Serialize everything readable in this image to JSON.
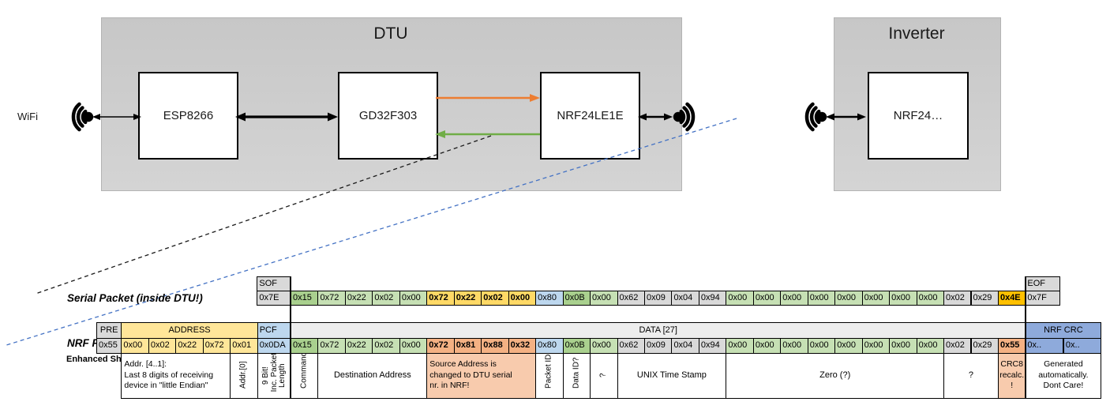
{
  "palette": {
    "gray": "#d9d9d9",
    "gray_light": "#ededed",
    "green_dark": "#a9d08e",
    "green_light": "#c6e0b4",
    "yellow_light": "#ffe699",
    "yellow_bold": "#ffd966",
    "gold": "#ffc000",
    "blue_light": "#bdd7ee",
    "blue_mid": "#8eaadb",
    "salmon": "#f4b183",
    "salmon_light": "#f8cbad",
    "arrow_orange": "#ed7d31",
    "arrow_green": "#70ad47",
    "dashed_blue": "#4472c4",
    "white": "#ffffff"
  },
  "diagram": {
    "dtu_title": "DTU",
    "inverter_title": "Inverter",
    "wifi_label": "WiFi",
    "chips": {
      "esp8266": "ESP8266",
      "gd32f303": "GD32F303",
      "nrf24le1e": "NRF24LE1E",
      "nrf24_inverter": "NRF24…"
    }
  },
  "labels": {
    "serial_packet": "Serial Packet (inside DTU!)",
    "nrf_packet": "NRF Packet",
    "enhanced_shockburst": "Enhanced Shockburst"
  },
  "serial": {
    "sof_header": "SOF",
    "eof_header": "EOF",
    "sof": "0x7E",
    "eof": "0x7F",
    "bytes": [
      {
        "v": "0x15",
        "c": "green_dark"
      },
      {
        "v": "0x72",
        "c": "green_light"
      },
      {
        "v": "0x22",
        "c": "green_light"
      },
      {
        "v": "0x02",
        "c": "green_light"
      },
      {
        "v": "0x00",
        "c": "green_light"
      },
      {
        "v": "0x72",
        "c": "yellow_bold",
        "b": true
      },
      {
        "v": "0x22",
        "c": "yellow_bold",
        "b": true
      },
      {
        "v": "0x02",
        "c": "yellow_bold",
        "b": true
      },
      {
        "v": "0x00",
        "c": "yellow_bold",
        "b": true
      },
      {
        "v": "0x80",
        "c": "blue_light"
      },
      {
        "v": "0x0B",
        "c": "green_dark"
      },
      {
        "v": "0x00",
        "c": "green_light"
      },
      {
        "v": "0x62",
        "c": "gray"
      },
      {
        "v": "0x09",
        "c": "gray"
      },
      {
        "v": "0x04",
        "c": "gray"
      },
      {
        "v": "0x94",
        "c": "gray"
      },
      {
        "v": "0x00",
        "c": "green_light"
      },
      {
        "v": "0x00",
        "c": "green_light"
      },
      {
        "v": "0x00",
        "c": "green_light"
      },
      {
        "v": "0x00",
        "c": "green_light"
      },
      {
        "v": "0x00",
        "c": "green_light"
      },
      {
        "v": "0x00",
        "c": "green_light"
      },
      {
        "v": "0x00",
        "c": "green_light"
      },
      {
        "v": "0x00",
        "c": "green_light"
      },
      {
        "v": "0x02",
        "c": "gray"
      },
      {
        "v": "0x29",
        "c": "gray"
      },
      {
        "v": "0x4E",
        "c": "gold",
        "b": true
      }
    ]
  },
  "nrf": {
    "pre_header": "PRE",
    "address_header": "ADDRESS",
    "pcf_header": "PCF",
    "data_header": "DATA [27]",
    "crc_header": "NRF CRC",
    "pre": "0x55",
    "address": [
      "0x00",
      "0x02",
      "0x22",
      "0x72",
      "0x01"
    ],
    "pcf": "0x0DA",
    "bytes": [
      {
        "v": "0x15",
        "c": "green_dark"
      },
      {
        "v": "0x72",
        "c": "green_light"
      },
      {
        "v": "0x22",
        "c": "green_light"
      },
      {
        "v": "0x02",
        "c": "green_light"
      },
      {
        "v": "0x00",
        "c": "green_light"
      },
      {
        "v": "0x72",
        "c": "salmon",
        "b": true
      },
      {
        "v": "0x81",
        "c": "salmon",
        "b": true
      },
      {
        "v": "0x88",
        "c": "salmon",
        "b": true
      },
      {
        "v": "0x32",
        "c": "salmon",
        "b": true
      },
      {
        "v": "0x80",
        "c": "blue_light"
      },
      {
        "v": "0x0B",
        "c": "green_dark"
      },
      {
        "v": "0x00",
        "c": "green_light"
      },
      {
        "v": "0x62",
        "c": "gray"
      },
      {
        "v": "0x09",
        "c": "gray"
      },
      {
        "v": "0x04",
        "c": "gray"
      },
      {
        "v": "0x94",
        "c": "gray"
      },
      {
        "v": "0x00",
        "c": "green_light"
      },
      {
        "v": "0x00",
        "c": "green_light"
      },
      {
        "v": "0x00",
        "c": "green_light"
      },
      {
        "v": "0x00",
        "c": "green_light"
      },
      {
        "v": "0x00",
        "c": "green_light"
      },
      {
        "v": "0x00",
        "c": "green_light"
      },
      {
        "v": "0x00",
        "c": "green_light"
      },
      {
        "v": "0x00",
        "c": "green_light"
      },
      {
        "v": "0x02",
        "c": "gray"
      },
      {
        "v": "0x29",
        "c": "gray"
      },
      {
        "v": "0x55",
        "c": "salmon",
        "b": true
      }
    ],
    "crc": [
      "0x..",
      "0x.."
    ]
  },
  "annotations": [
    {
      "text": "Addr. [4..1]:\nLast 8 digits of receiving\ndevice in \"little Endian\"",
      "bg": "white",
      "align": "left"
    },
    {
      "text": "Addr.[0]",
      "bg": "white",
      "vertical": true
    },
    {
      "text": "9 Bit!\nInc. Packet\nLength",
      "bg": "white",
      "vertical": true
    },
    {
      "text": "Command",
      "bg": "white",
      "vertical": true
    },
    {
      "text": "Destination Address",
      "bg": "white",
      "align": "center",
      "big": true
    },
    {
      "text": "Source Address is\nchanged to DTU serial\nnr. in NRF!",
      "bg": "salmon_light",
      "align": "left"
    },
    {
      "text": "Packet ID",
      "bg": "white",
      "vertical": true
    },
    {
      "text": "Data ID?",
      "bg": "white",
      "vertical": true
    },
    {
      "text": "?",
      "bg": "white",
      "vertical": true
    },
    {
      "text": "UNIX Time Stamp",
      "bg": "white",
      "align": "center",
      "big": true
    },
    {
      "text": "Zero (?)",
      "bg": "white",
      "align": "center",
      "big": true
    },
    {
      "text": "?",
      "bg": "white",
      "align": "center",
      "big": true
    },
    {
      "text": "CRC8\nrecalc.\n!",
      "bg": "salmon_light",
      "align": "center"
    },
    {
      "text": "Generated\nautomatically.\nDont Care!",
      "bg": "white",
      "align": "center"
    }
  ]
}
